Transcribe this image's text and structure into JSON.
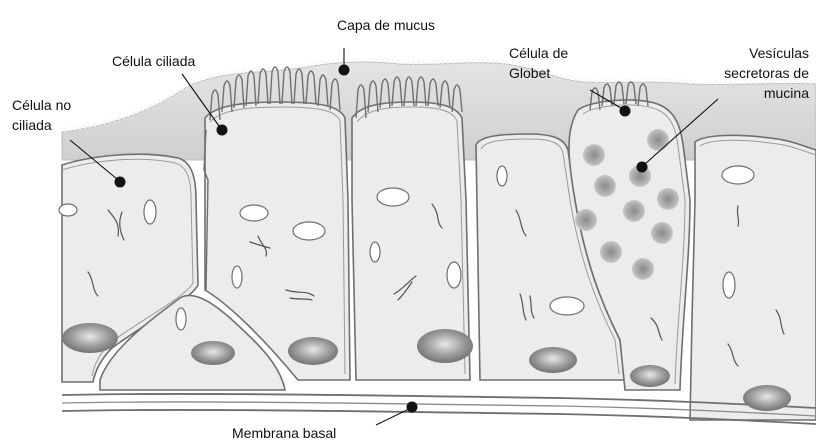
{
  "labels": {
    "mucus_layer": "Capa de mucus",
    "ciliated_cell": "Célula ciliada",
    "nonciliated_cell_line1": "Célula no",
    "nonciliated_cell_line2": "ciliada",
    "goblet_cell_line1": "Célula de",
    "goblet_cell_line2": "Globet",
    "vesicles_line1": "Vesículas",
    "vesicles_line2": "secretoras de",
    "vesicles_line3": "mucina",
    "basal_membrane": "Membrana basal"
  },
  "colors": {
    "background": "#ffffff",
    "mucus": "#d6d6d6",
    "cell_fill": "#ececec",
    "cell_outline": "#6f6f6f",
    "nucleus": "#8a8a8a",
    "vesicle": "#a9a9a9",
    "leader_line": "#111111"
  }
}
